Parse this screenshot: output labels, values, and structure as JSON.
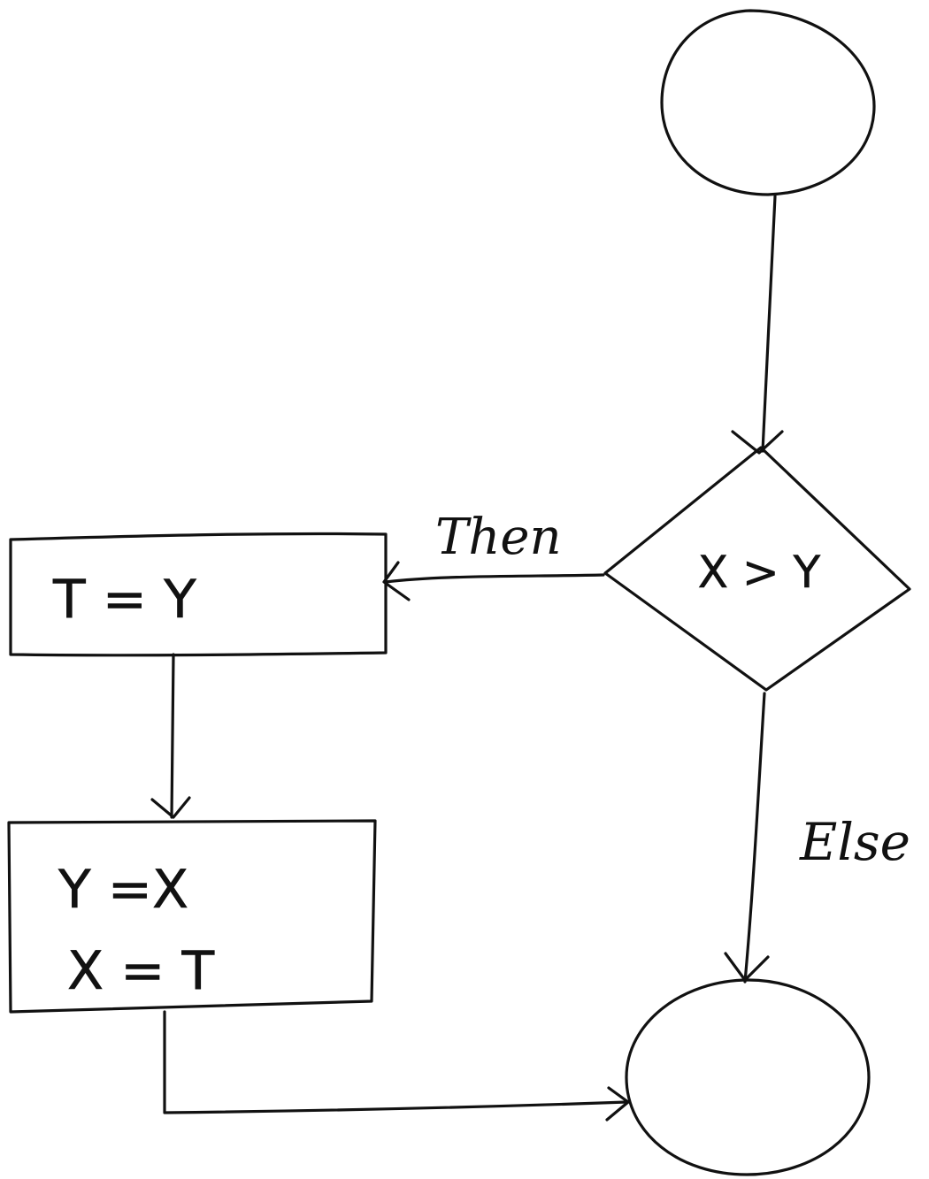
{
  "diagram": {
    "type": "flowchart",
    "nodes": {
      "start": {
        "shape": "circle",
        "text": ""
      },
      "decision": {
        "shape": "diamond",
        "text": "X > Y"
      },
      "step1": {
        "shape": "rectangle",
        "text": "T = Y"
      },
      "step2": {
        "shape": "rectangle",
        "lines": [
          "Y =X",
          "X = T"
        ]
      },
      "end": {
        "shape": "circle",
        "text": ""
      }
    },
    "edges": {
      "then_label": "Then",
      "else_label": "Else"
    }
  }
}
